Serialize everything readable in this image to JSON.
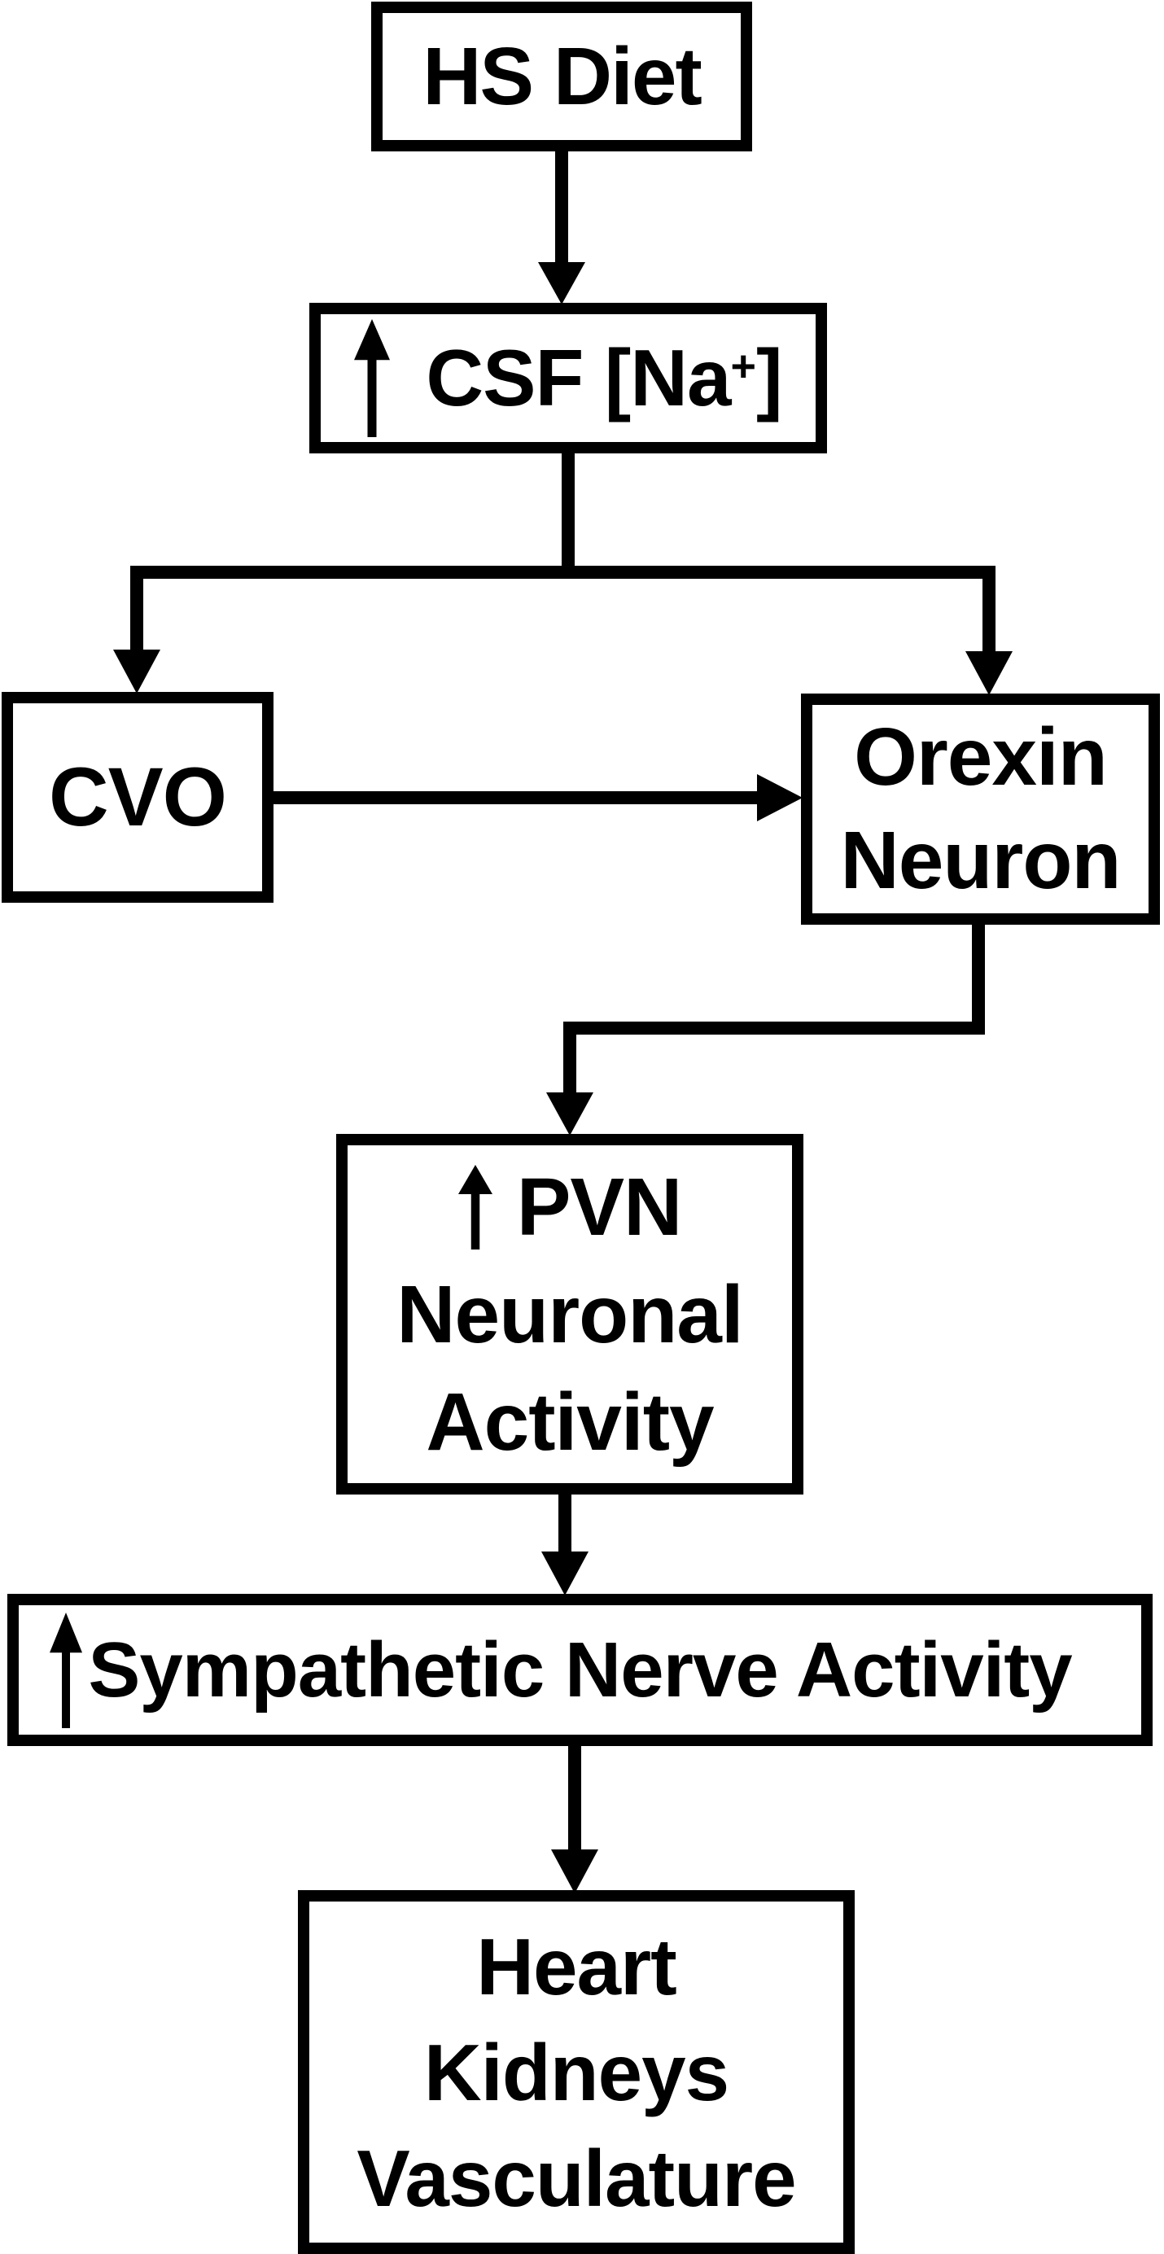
{
  "colors": {
    "background": "#ffffff",
    "line": "#000000",
    "text": "#000000"
  },
  "nodes": {
    "hs_diet": {
      "label": "HS Diet"
    },
    "csf_na": {
      "icon": "up-arrow",
      "label_pre": "CSF [Na",
      "label_sup": "+",
      "label_post": "]"
    },
    "cvo": {
      "label": "CVO"
    },
    "orexin": {
      "lines": [
        "Orexin",
        "Neuron"
      ]
    },
    "pvn": {
      "icon": "up-arrow",
      "lines": [
        "PVN",
        "Neuronal",
        "Activity"
      ]
    },
    "sna": {
      "icon": "up-arrow",
      "label": "Sympathetic Nerve Activity"
    },
    "targets": {
      "lines": [
        "Heart",
        "Kidneys",
        "Vasculature"
      ]
    }
  },
  "edges": [
    {
      "from": "HS Diet",
      "to": "CSF [Na+]",
      "type": "arrow"
    },
    {
      "from": "CSF [Na+]",
      "to": "CVO",
      "type": "arrow"
    },
    {
      "from": "CSF [Na+]",
      "to": "Orexin Neuron",
      "type": "arrow"
    },
    {
      "from": "CVO",
      "to": "Orexin Neuron",
      "type": "arrow"
    },
    {
      "from": "Orexin Neuron",
      "to": "PVN Neuronal Activity",
      "type": "arrow"
    },
    {
      "from": "PVN Neuronal Activity",
      "to": "Sympathetic Nerve Activity",
      "type": "arrow"
    },
    {
      "from": "Sympathetic Nerve Activity",
      "to": "Heart Kidneys Vasculature",
      "type": "arrow"
    }
  ]
}
